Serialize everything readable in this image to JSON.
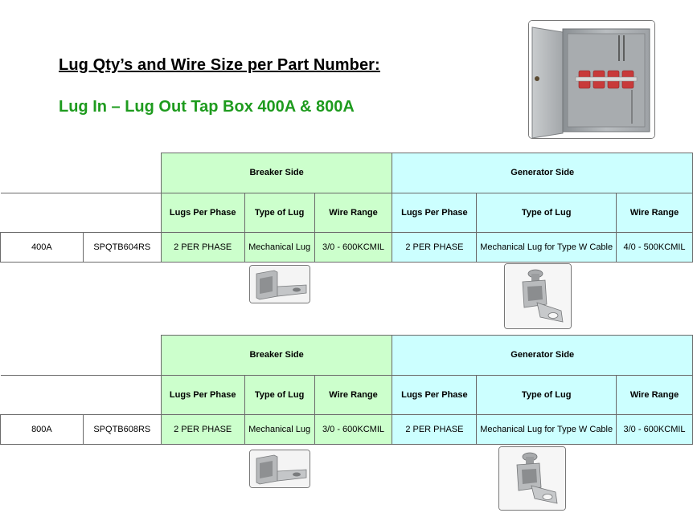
{
  "heading": "Lug Qty’s and Wire Size per Part Number:",
  "subheading": "Lug In – Lug Out Tap Box 400A & 800A",
  "tables": [
    {
      "group_breaker": "Breaker Side",
      "group_generator": "Generator Side",
      "col_lugs_per_phase": "Lugs Per Phase",
      "col_type_of_lug": "Type of Lug",
      "col_wire_range": "Wire Range",
      "row": {
        "rating": "400A",
        "part_number": "SPQTB604RS",
        "breaker_lugs": "2 PER PHASE",
        "breaker_lug_type": "Mechanical Lug",
        "breaker_wire_range": "3/0 - 600KCMIL",
        "generator_lugs": "2 PER PHASE",
        "generator_lug_type": "Mechanical Lug for Type W Cable",
        "generator_wire_range": "4/0 - 500KCMIL"
      }
    },
    {
      "group_breaker": "Breaker Side",
      "group_generator": "Generator Side",
      "col_lugs_per_phase": "Lugs Per Phase",
      "col_type_of_lug": "Type of Lug",
      "col_wire_range": "Wire Range",
      "row": {
        "rating": "800A",
        "part_number": "SPQTB608RS",
        "breaker_lugs": "2 PER PHASE",
        "breaker_lug_type": "Mechanical Lug",
        "breaker_wire_range": "3/0 - 600KCMIL",
        "generator_lugs": "2 PER PHASE",
        "generator_lug_type": "Mechanical Lug for Type W Cable",
        "generator_wire_range": "3/0 - 600KCMIL"
      }
    }
  ],
  "colors": {
    "title_green": "#1e9b1e",
    "breaker_fill": "#ccffcc",
    "generator_fill": "#ccffff"
  }
}
